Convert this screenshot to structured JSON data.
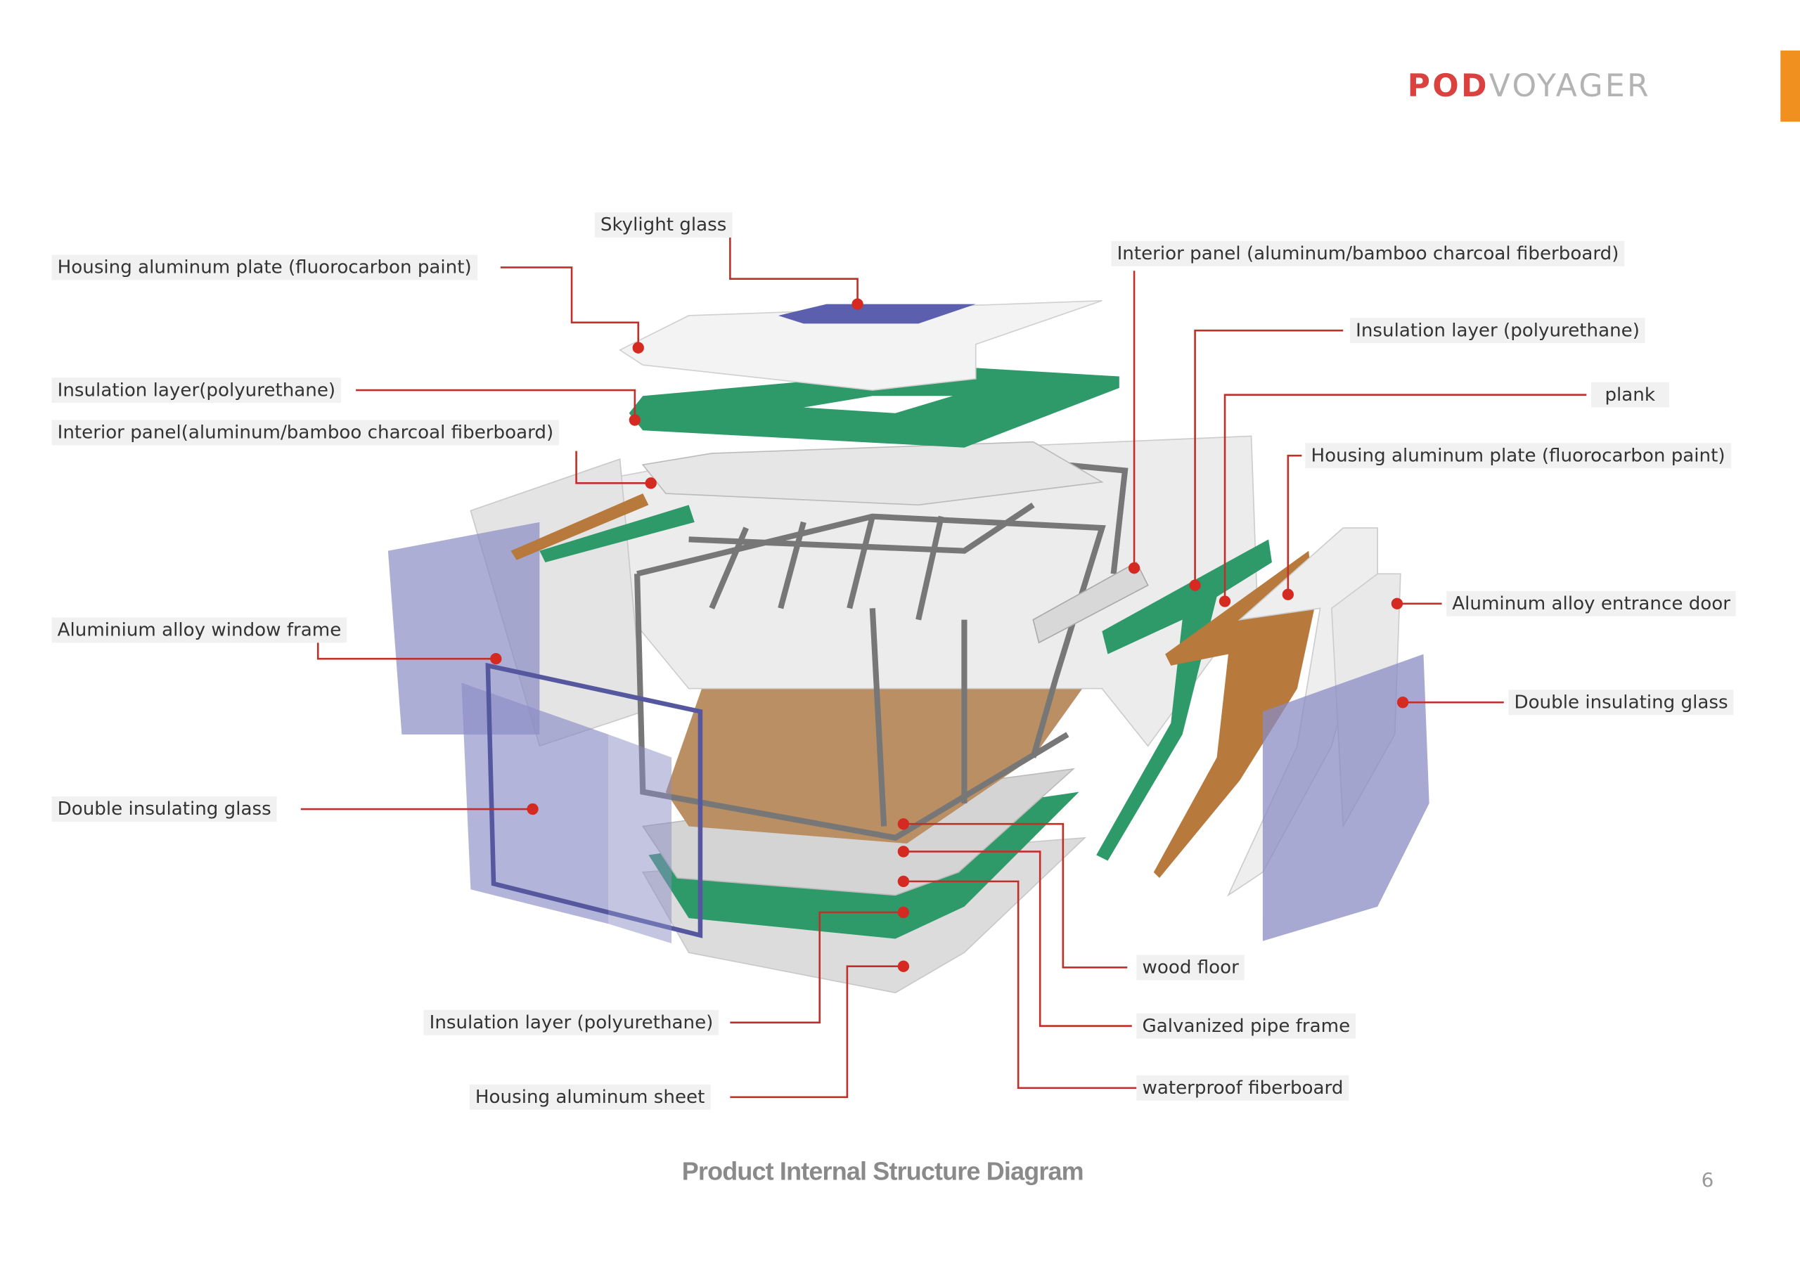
{
  "brand": {
    "logo_part1": "POD",
    "logo_part2": "VOYAGER",
    "accent": "#d9423f",
    "tab_color": "#f0901e"
  },
  "footer": {
    "title": "Product Internal Structure Diagram",
    "page_number": "6"
  },
  "labels": {
    "skylight": "Skylight glass",
    "housing_top": "Housing aluminum plate (fluorocarbon paint)",
    "insulation_top": "Insulation layer(polyurethane)",
    "interior_top": "Interior panel(aluminum/bamboo charcoal fiberboard)",
    "window_frame": "Aluminium alloy window frame",
    "glass_left": "Double insulating glass",
    "insulation_bottom": "Insulation layer (polyurethane)",
    "housing_sheet": "Housing aluminum sheet",
    "wood_floor": "wood floor",
    "pipe_frame": "Galvanized pipe frame",
    "waterproof": "waterproof fiberboard",
    "interior_right": "Interior panel (aluminum/bamboo charcoal fiberboard)",
    "insulation_right": "Insulation layer (polyurethane)",
    "plank": "plank",
    "housing_right": "Housing aluminum plate (fluorocarbon paint)",
    "door": "Aluminum alloy entrance door",
    "glass_right": "Double insulating glass"
  }
}
